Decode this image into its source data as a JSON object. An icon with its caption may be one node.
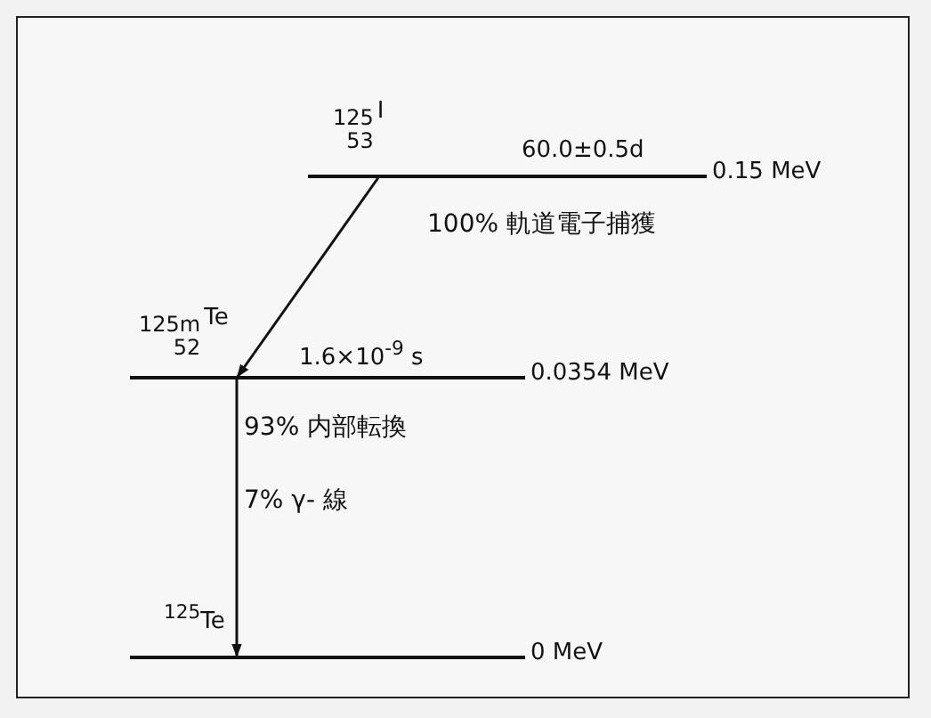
{
  "diagram": {
    "nodes": [
      {
        "text": [
          "$^{125}$$_{53}$I",
          "60.0±0.5d",
          "0.15 MeV"
        ]
      },
      {
        "text": [
          "$^{125m}$$_{52}$Te",
          "1.6×10$^{-9}$ s",
          "0.0354 MeV"
        ]
      },
      {
        "text": [
          "$^{125}$Te",
          "0 MeV"
        ]
      }
    ],
    "edges": [
      {
        "from": 0,
        "to": 1,
        "arrow": "to",
        "label": "100% 軌道電子捕獲"
      },
      {
        "from": 1,
        "to": 2,
        "arrow": "to",
        "label": "93% 内部転換"
      }
    ],
    "labels": [
      "7% γ- 線"
    ]
  }
}
